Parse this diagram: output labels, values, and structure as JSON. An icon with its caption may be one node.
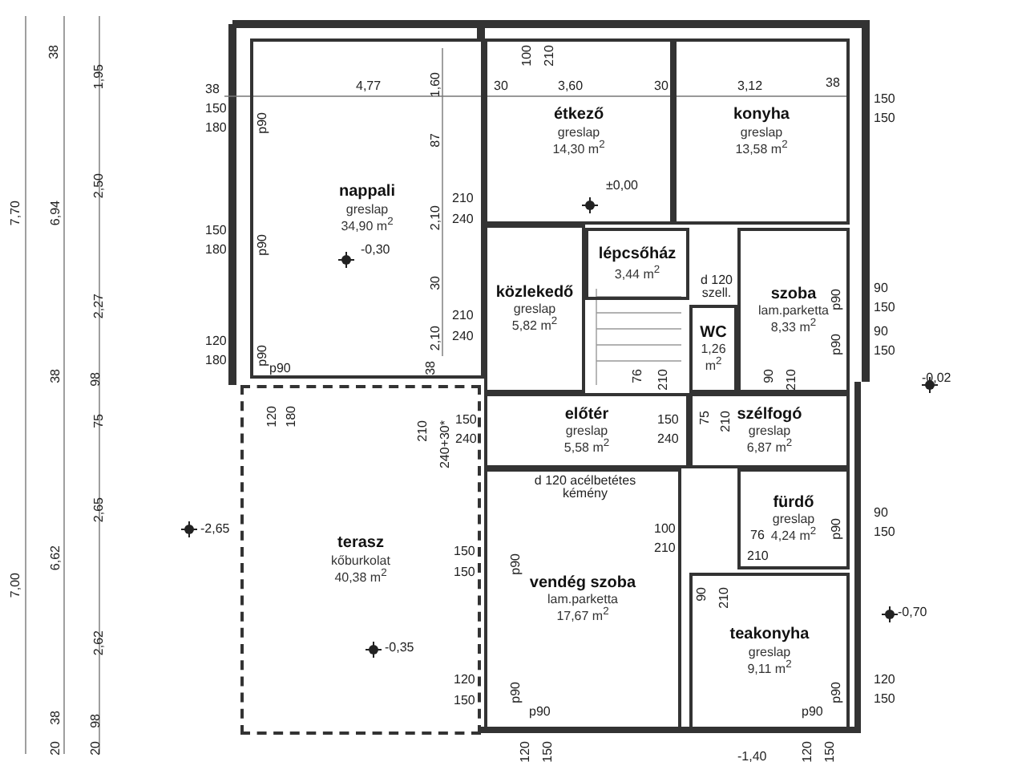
{
  "diagram": {
    "nodes": [
      {
        "text": [
          "nappali",
          "greslap",
          "34,90 m$^{2}$"
        ]
      },
      {
        "text": [
          "étkező",
          "greslap",
          "14,30 m$^{2}$"
        ]
      },
      {
        "text": [
          "konyha",
          "greslap",
          "13,58 m$^{2}$"
        ]
      },
      {
        "text": [
          "lépcsőház",
          "3,44 m$^{2}$"
        ]
      },
      {
        "text": [
          "közlekedő",
          "greslap",
          "5,82 m$^{2}$"
        ]
      },
      {
        "text": [
          "szoba",
          "lam.parketta",
          "8,33 m$^{2}$"
        ]
      },
      {
        "text": [
          "WC",
          "1,26 m$^{2}$"
        ]
      },
      {
        "text": [
          "előtér",
          "greslap",
          "5,58 m$^{2}$"
        ]
      },
      {
        "text": [
          "szélfogó",
          "greslap",
          "6,87 m$^{2}$"
        ]
      },
      {
        "text": [
          "fürdő",
          "greslap",
          "4,24 m$^{2}$"
        ]
      },
      {
        "text": [
          "terasz",
          "kőburkolat",
          "40,38 m$^{2}$"
        ]
      },
      {
        "text": [
          "vendég szoba",
          "lam.parketta",
          "17,67 m$^{2}$"
        ]
      },
      {
        "text": [
          "teakonyha",
          "greslap",
          "9,11 m$^{2}$"
        ]
      }
    ],
    "labels": [
      "38",
      "1,95",
      "38",
      "4,77",
      "1,60",
      "30",
      "3,60",
      "30",
      "3,12",
      "38",
      "150",
      "150",
      "150",
      "180",
      "p90",
      "87",
      "7,70",
      "6,94",
      "2,50",
      "±0,00",
      "150",
      "180",
      "p90",
      "2,10",
      "210",
      "240",
      "-0,30",
      "2,27",
      "30",
      "d 120 szell.",
      "90",
      "150",
      "p90",
      "2,10",
      "210",
      "240",
      "90",
      "150",
      "p90",
      "120",
      "180",
      "p90",
      "p90",
      "38",
      "98",
      "38",
      "-0,02",
      "75",
      "210",
      "240+30*",
      "150",
      "240",
      "75",
      "210",
      "150",
      "240",
      "120",
      "180",
      "d 120 acélbetétes kémény",
      "100",
      "210",
      "76",
      "210",
      "p90",
      "90",
      "150",
      "2,65",
      "-2,65",
      "7,00",
      "6,62",
      "2,62",
      "p90",
      "150",
      "150",
      "90",
      "210",
      "-0,70",
      "120",
      "150",
      "-0,35",
      "p90",
      "p90",
      "p90",
      "p90",
      "120",
      "150",
      "38",
      "98",
      "20",
      "20",
      "120",
      "150",
      "120",
      "150",
      "-1,40",
      "100",
      "210",
      "76",
      "210",
      "90",
      "210"
    ]
  }
}
